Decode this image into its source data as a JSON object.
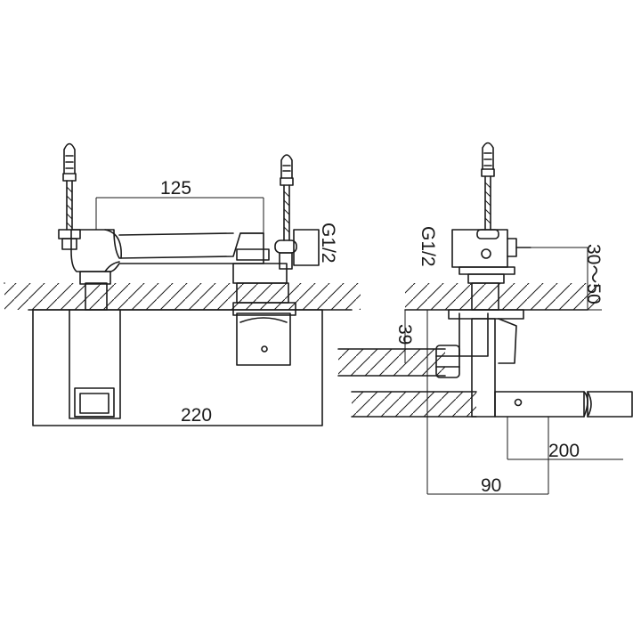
{
  "dimensions": {
    "spout_spacing": "125",
    "overall_width": "220",
    "thread_front": "G1/2",
    "thread_side": "G1/2",
    "wall_thickness": "30～50",
    "pipe_depth": "39",
    "pipe_length": "200",
    "side_depth": "90"
  },
  "colors": {
    "line": "#1a1a1a",
    "background": "#ffffff"
  }
}
